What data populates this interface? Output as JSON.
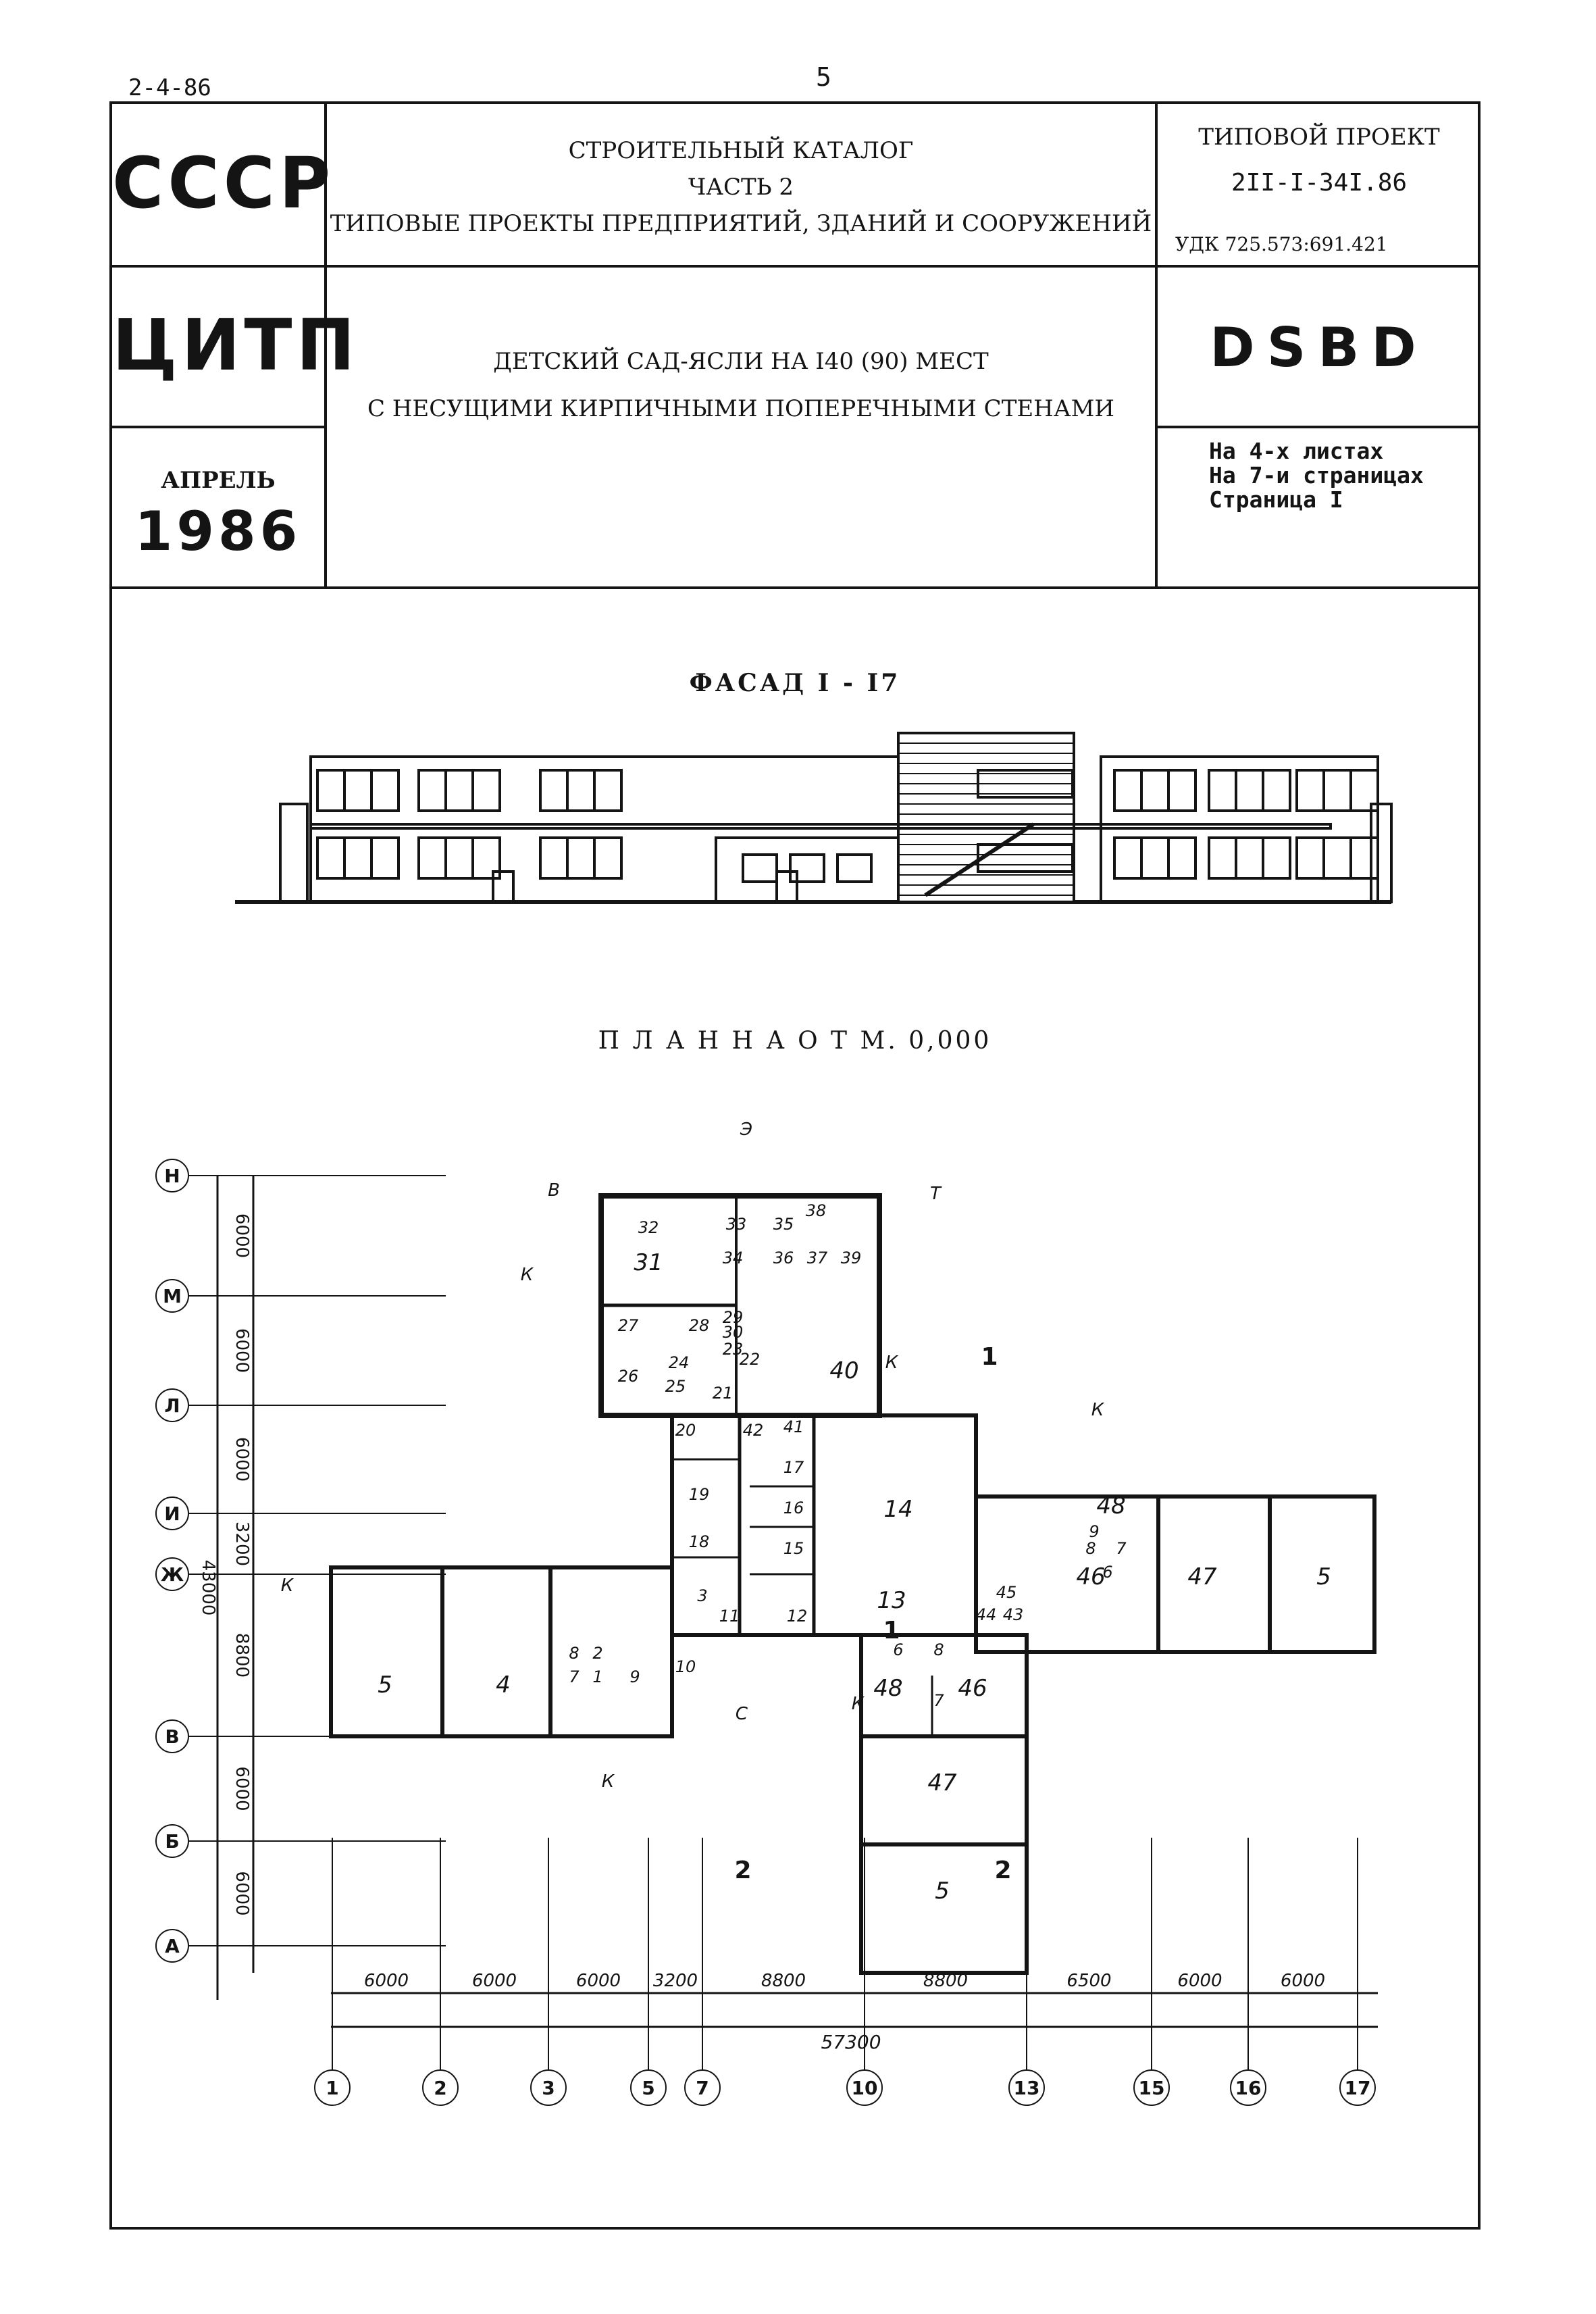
{
  "doc_code": "2-4-86",
  "page_number": "5",
  "header": {
    "org1": "СССР",
    "catalog": [
      "СТРОИТЕЛЬНЫЙ КАТАЛОГ",
      "ЧАСТЬ 2",
      "ТИПОВЫЕ ПРОЕКТЫ ПРЕДПРИЯТИЙ, ЗДАНИЙ И СООРУЖЕНИЙ"
    ],
    "project_label": "ТИПОВОЙ ПРОЕКТ",
    "project_number": "2II-I-34I.86",
    "udk": "УДК 725.573:691.421",
    "org2": "ЦИТП",
    "title": [
      "ДЕТСКИЙ САД-ЯСЛИ НА I40 (90) МЕСТ",
      "С НЕСУЩИМИ КИРПИЧНЫМИ ПОПЕРЕЧНЫМИ СТЕНАМИ"
    ],
    "code": "DSBD",
    "month": "АПРЕЛЬ",
    "year": "1986",
    "sheets": [
      "На 4-х листах",
      "На 7-и страницах",
      "Страница  I"
    ]
  },
  "facade_title": "ФАСАД  I - I7",
  "plan_title": "П Л А Н  Н А  О Т М. 0,000",
  "plan": {
    "row_axes": [
      "Н",
      "М",
      "Л",
      "И",
      "Ж",
      "В",
      "Б",
      "А"
    ],
    "row_dims": [
      "6000",
      "6000",
      "6000",
      "3200",
      "8800",
      "6000",
      "6000"
    ],
    "total_vertical": "43000",
    "col_axes": [
      "1",
      "2",
      "3",
      "5",
      "7",
      "10",
      "13",
      "15",
      "16",
      "17"
    ],
    "col_dims": [
      "6000",
      "6000",
      "6000",
      "3200",
      "8800",
      "8800",
      "6500",
      "6000",
      "6000"
    ],
    "total_horizontal": "57300",
    "entrances": [
      "В",
      "Э",
      "Т",
      "К",
      "К",
      "К",
      "К",
      "К",
      "С",
      "К"
    ],
    "section_marks": [
      "1",
      "1",
      "2",
      "2"
    ],
    "rooms": [
      "32",
      "33",
      "35",
      "38",
      "31",
      "34",
      "36",
      "37",
      "39",
      "27",
      "28",
      "29",
      "30",
      "23",
      "22",
      "26",
      "24",
      "25",
      "21",
      "40",
      "20",
      "42",
      "41",
      "17",
      "19",
      "16",
      "14",
      "18",
      "15",
      "48",
      "9",
      "8",
      "7",
      "46",
      "47",
      "5",
      "6",
      "3",
      "11",
      "12",
      "13",
      "45",
      "44",
      "43",
      "5",
      "4",
      "8",
      "2",
      "7",
      "1",
      "9",
      "10",
      "6",
      "8",
      "48",
      "7",
      "46",
      "47",
      "5"
    ]
  }
}
